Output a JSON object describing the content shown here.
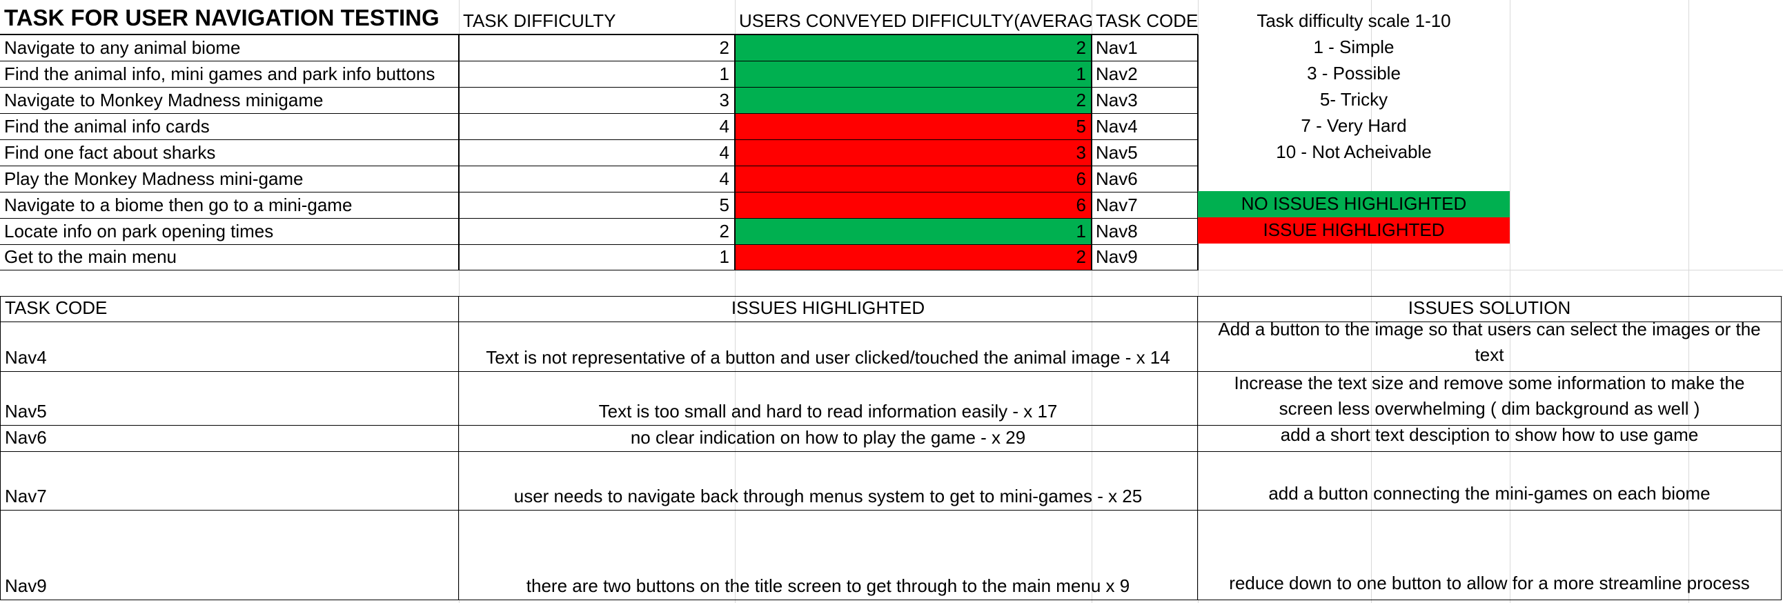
{
  "sheet": {
    "title": "TASK FOR USER NAVIGATION TESTING",
    "headers": {
      "difficulty": "TASK DIFFICULTY",
      "conveyed": "USERS CONVEYED DIFFICULTY(AVERAGE)",
      "code": "TASK CODE"
    },
    "tasks": [
      {
        "task": "Navigate to any animal biome",
        "difficulty": "2",
        "conveyed": "2",
        "code": "Nav1",
        "status": "green"
      },
      {
        "task": "Find the animal info, mini games and park info buttons",
        "difficulty": "1",
        "conveyed": "1",
        "code": "Nav2",
        "status": "green"
      },
      {
        "task": "Navigate to Monkey Madness minigame",
        "difficulty": "3",
        "conveyed": "2",
        "code": "Nav3",
        "status": "green"
      },
      {
        "task": "Find the animal info cards",
        "difficulty": "4",
        "conveyed": "5",
        "code": "Nav4",
        "status": "red"
      },
      {
        "task": "Find one fact about sharks",
        "difficulty": "4",
        "conveyed": "3",
        "code": "Nav5",
        "status": "red"
      },
      {
        "task": "Play the Monkey Madness mini-game",
        "difficulty": "4",
        "conveyed": "6",
        "code": "Nav6",
        "status": "red"
      },
      {
        "task": "Navigate to a biome then go to a mini-game",
        "difficulty": "5",
        "conveyed": "6",
        "code": "Nav7",
        "status": "red"
      },
      {
        "task": "Locate info on park opening times",
        "difficulty": "2",
        "conveyed": "1",
        "code": "Nav8",
        "status": "green"
      },
      {
        "task": "Get to the main menu",
        "difficulty": "1",
        "conveyed": "2",
        "code": "Nav9",
        "status": "red"
      }
    ],
    "scale": {
      "title": "Task difficulty scale 1-10",
      "items": [
        "1 - Simple",
        "3 - Possible",
        "5- Tricky",
        "7 - Very Hard",
        "10 - Not Acheivable"
      ]
    },
    "legend": {
      "no_issues": "NO ISSUES HIGHLIGHTED",
      "issue": "ISSUE HIGHLIGHTED"
    },
    "issues_headers": {
      "code": "TASK CODE",
      "issues": "ISSUES HIGHLIGHTED",
      "solution": "ISSUES SOLUTION"
    },
    "issues": [
      {
        "code": "Nav4",
        "issue": "Text is not representative of a button and user clicked/touched the animal image - x 14",
        "solution_1": "Add a button to the image so that users can select the images or the",
        "solution_2": "text"
      },
      {
        "code": "Nav5",
        "issue": "Text is too small and hard to read information easily - x 17",
        "solution_1": "Increase the text size and remove some information to make the",
        "solution_2": "screen less overwhelming ( dim background as well )"
      },
      {
        "code": "Nav6",
        "issue": "no clear indication on how to play the game - x 29",
        "solution_1": "",
        "solution_2": "add a short text desciption to show how to use game"
      },
      {
        "code": "Nav7",
        "issue": "user needs to navigate back through menus system to get to mini-games - x 25",
        "solution_1": "",
        "solution_2": "add a button connecting the mini-games on each biome"
      },
      {
        "code": "Nav9",
        "issue": "there are two buttons on the title screen to get through to the main menu x 9",
        "solution_1": "",
        "solution_2": "reduce down to one button to allow for a more streamline process"
      }
    ],
    "colors": {
      "green": "#00b050",
      "red": "#ff0000"
    }
  }
}
